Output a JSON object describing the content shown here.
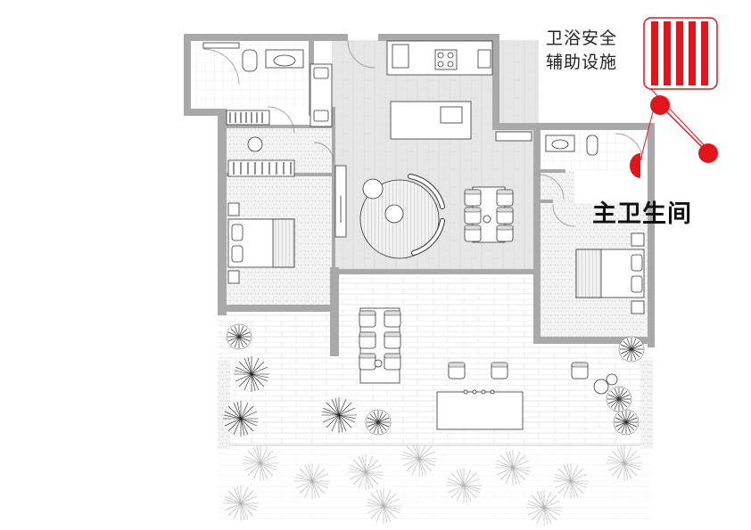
{
  "feature_label": {
    "line1": "卫浴安全",
    "line2": "辅助设施"
  },
  "room_label": "主卫生间",
  "colors": {
    "accent": "#e2141c",
    "wall": "#a9a9a9",
    "floor_stone": "#e9e9e9",
    "terrazzo": "#f2f2f2",
    "line": "#333333"
  },
  "icons": [
    "grab-bar-icon",
    "locator-dot-icon",
    "tree-icon",
    "furniture-symbols"
  ]
}
